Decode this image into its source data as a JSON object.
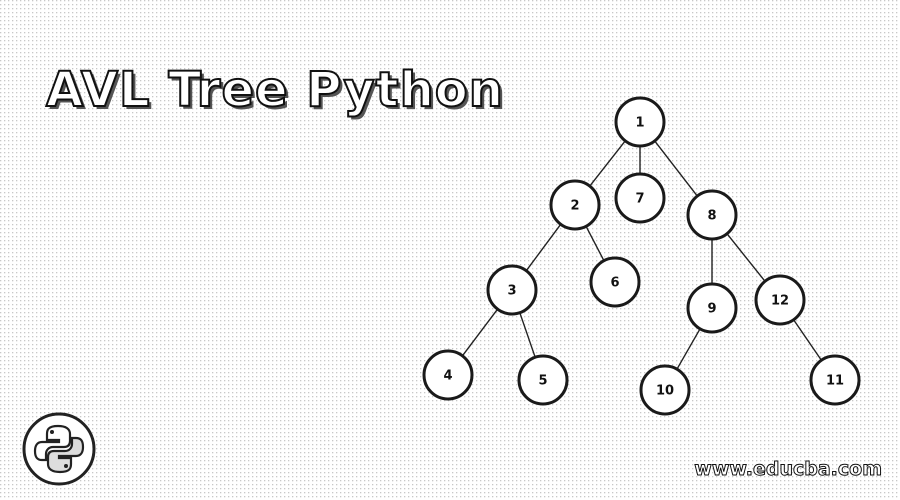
{
  "header": {
    "title": "AVL Tree Python"
  },
  "tree": {
    "nodes": [
      {
        "id": "n1",
        "label": "1"
      },
      {
        "id": "n2",
        "label": "2"
      },
      {
        "id": "n7",
        "label": "7"
      },
      {
        "id": "n8",
        "label": "8"
      },
      {
        "id": "n3",
        "label": "3"
      },
      {
        "id": "n6",
        "label": "6"
      },
      {
        "id": "n9",
        "label": "9"
      },
      {
        "id": "n12",
        "label": "12"
      },
      {
        "id": "n4",
        "label": "4"
      },
      {
        "id": "n5",
        "label": "5"
      },
      {
        "id": "n10",
        "label": "10"
      },
      {
        "id": "n11",
        "label": "11"
      }
    ],
    "edges": [
      [
        "n1",
        "n2"
      ],
      [
        "n1",
        "n7"
      ],
      [
        "n1",
        "n8"
      ],
      [
        "n2",
        "n3"
      ],
      [
        "n2",
        "n6"
      ],
      [
        "n3",
        "n4"
      ],
      [
        "n3",
        "n5"
      ],
      [
        "n8",
        "n9"
      ],
      [
        "n8",
        "n12"
      ],
      [
        "n9",
        "n10"
      ],
      [
        "n12",
        "n11"
      ]
    ]
  },
  "logo": {
    "icon": "python-logo-icon"
  },
  "footer": {
    "watermark": "www.educba.com"
  }
}
